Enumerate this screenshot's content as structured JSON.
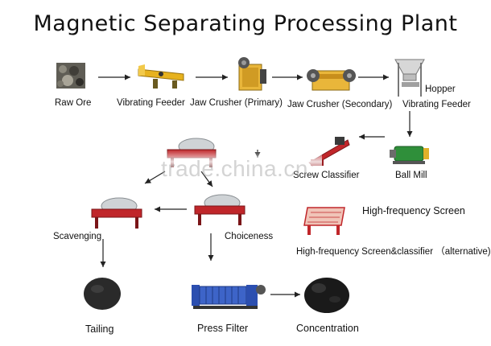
{
  "title": "Magnetic Separating Processing Plant",
  "nodes": {
    "raw_ore": "Raw Ore",
    "vibrating_feeder_1": "Vibrating Feeder",
    "jaw_crusher_primary": "Jaw Crusher (Primary)",
    "jaw_crusher_secondary": "Jaw Crusher (Secondary)",
    "hopper": "Hopper",
    "vibrating_feeder_2": "Vibrating Feeder",
    "ball_mill": "Ball Mill",
    "screw_classifier": "Screw Classifier",
    "high_frequency_screen": "High-frequency Screen",
    "hf_screen_classifier": "High-frequency Screen&classifier  （alternative)",
    "scavenging": "Scavenging",
    "choiceness": "Choiceness",
    "tailing": "Tailing",
    "press_filter": "Press Filter",
    "concentration": "Concentration"
  },
  "watermark": "trade.china.cn",
  "colors": {
    "arrow": "#222222",
    "separator_red": "#c0262a",
    "drum": "#cfd3d6",
    "feeder_yellow": "#e7b21e",
    "mill_green": "#2f8f3a",
    "filter_blue": "#2c4fb0"
  }
}
